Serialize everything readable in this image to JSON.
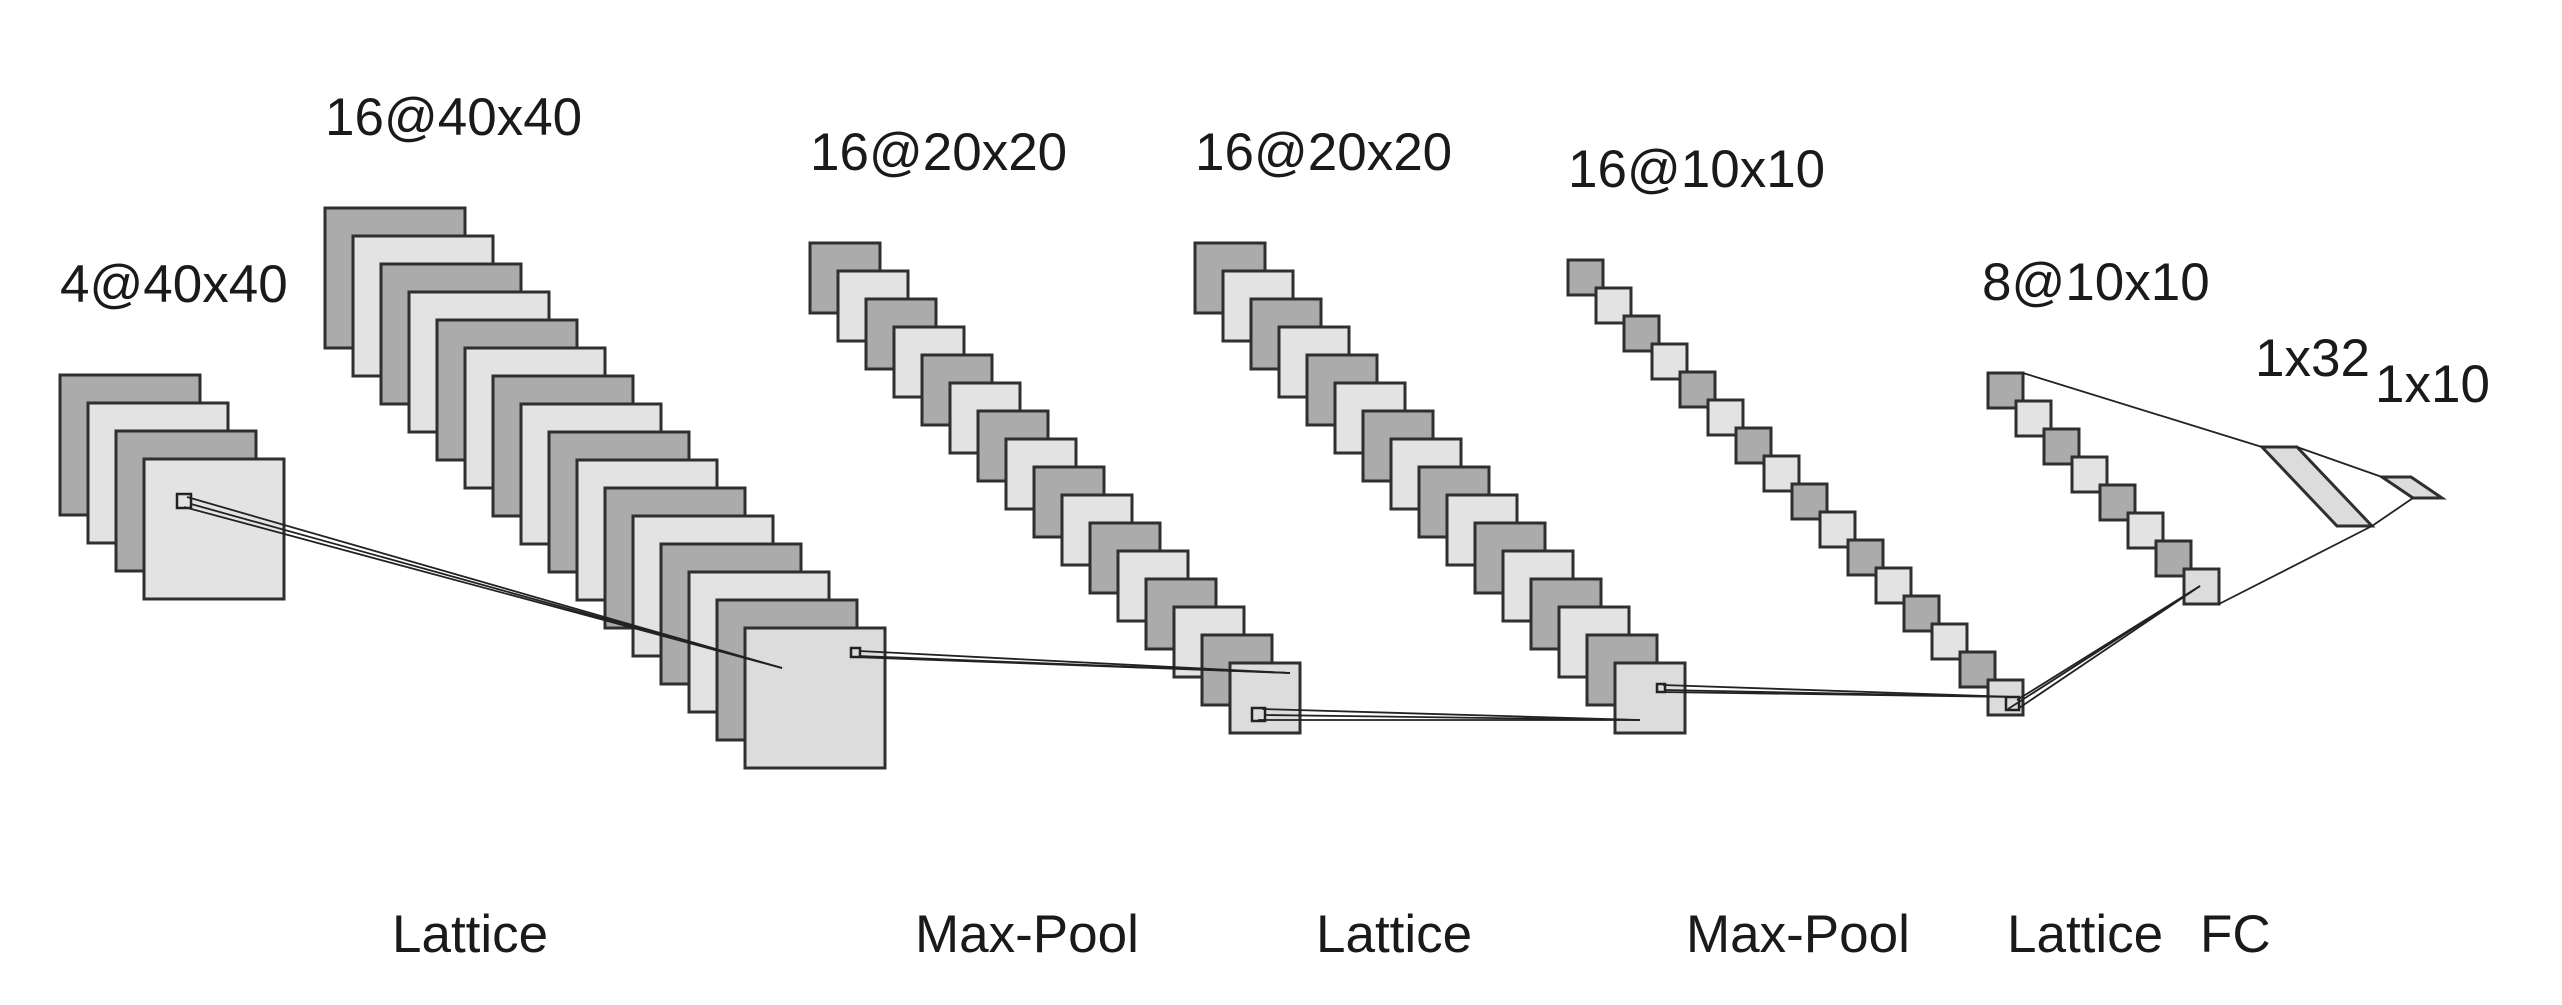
{
  "colors": {
    "background": "#ffffff",
    "map_dark": "#ababab",
    "map_light": "#e3e3e3",
    "map_front": "#dcdcdc",
    "stroke": "#2f2f2f",
    "text": "#1a1a1a"
  },
  "layers": [
    {
      "id": "input",
      "dim": "4@40x40",
      "maps": 4
    },
    {
      "id": "conv1",
      "dim": "16@40x40",
      "maps": 16
    },
    {
      "id": "pool1",
      "dim": "16@20x20",
      "maps": 16
    },
    {
      "id": "conv2",
      "dim": "16@20x20",
      "maps": 16
    },
    {
      "id": "pool2",
      "dim": "16@10x10",
      "maps": 16
    },
    {
      "id": "conv3",
      "dim": "8@10x10",
      "maps": 8
    },
    {
      "id": "fc1",
      "dim": "1x32"
    },
    {
      "id": "fc2",
      "dim": "1x10"
    }
  ],
  "operations": [
    "Lattice",
    "Max-Pool",
    "Lattice",
    "Max-Pool",
    "Lattice",
    "FC"
  ]
}
